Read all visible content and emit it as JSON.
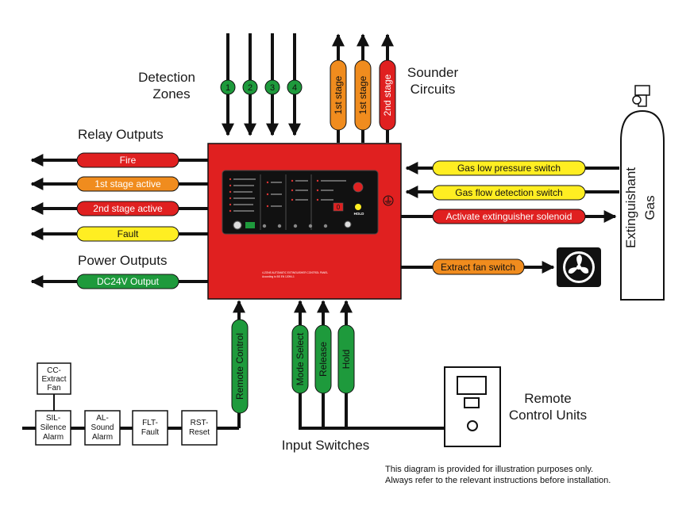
{
  "headings": {
    "detection_zones": [
      "Detection",
      "Zones"
    ],
    "sounder_circuits": [
      "Sounder",
      "Circuits"
    ],
    "relay_outputs": "Relay Outputs",
    "power_outputs": "Power Outputs",
    "input_switches": "Input Switches",
    "remote_control_units": [
      "Remote",
      "Control Units"
    ]
  },
  "zones": [
    "1",
    "2",
    "3",
    "4"
  ],
  "sounders": [
    {
      "label": "1st stage",
      "color": "#f08c1e"
    },
    {
      "label": "1st stage",
      "color": "#f08c1e"
    },
    {
      "label": "2nd stage",
      "color": "#e02020"
    }
  ],
  "relay_outputs": [
    {
      "label": "Fire",
      "color": "#e02020",
      "text_color": "#ffffff"
    },
    {
      "label": "1st stage active",
      "color": "#f08c1e",
      "text_color": "#ffffff"
    },
    {
      "label": "2nd stage active",
      "color": "#e02020",
      "text_color": "#ffffff"
    },
    {
      "label": "Fault",
      "color": "#ffee22",
      "text_color": "#111111"
    }
  ],
  "power_outputs": [
    {
      "label": "DC24V Output",
      "color": "#1e9a3c",
      "text_color": "#ffffff"
    }
  ],
  "right_inputs": [
    {
      "label": "Gas low pressure switch",
      "color": "#ffee22",
      "text_color": "#111111"
    },
    {
      "label": "Gas flow detection switch",
      "color": "#ffee22",
      "text_color": "#111111"
    }
  ],
  "right_outputs": [
    {
      "label": "Activate extinguisher solenoid",
      "color": "#e02020",
      "text_color": "#ffffff"
    },
    {
      "label": "Extract fan switch",
      "color": "#f08c1e",
      "text_color": "#ffffff"
    }
  ],
  "cylinder": {
    "label_line1": "Extinguishant",
    "label_line2": "Gas"
  },
  "input_switches": [
    "Mode Select",
    "Release",
    "Hold"
  ],
  "remote_control": "Remote Control",
  "remote_buttons": [
    {
      "id": "cc",
      "lines": [
        "CC-",
        "Extract",
        "Fan"
      ]
    },
    {
      "id": "sil",
      "lines": [
        "SIL-",
        "Silence",
        "Alarm"
      ]
    },
    {
      "id": "al",
      "lines": [
        "AL-",
        "Sound",
        "Alarm"
      ]
    },
    {
      "id": "flt",
      "lines": [
        "FLT-",
        "Fault"
      ]
    },
    {
      "id": "rst",
      "lines": [
        "RST-",
        "Reset"
      ]
    }
  ],
  "panel": {
    "title_line1": "4-ZONE AUTOMATIC EXTINGUISHER CONTROL PANEL",
    "title_line2": "According to BS EN 12094-1",
    "hold_label": "HOLD",
    "display_value": "0"
  },
  "disclaimer": [
    "This diagram is provided for illustration purposes only.",
    "Always refer to the relevant instructions before installation."
  ],
  "colors": {
    "panel_red": "#e02020",
    "green": "#1e9a3c",
    "orange": "#f08c1e",
    "yellow": "#ffee22",
    "line": "#111111"
  }
}
